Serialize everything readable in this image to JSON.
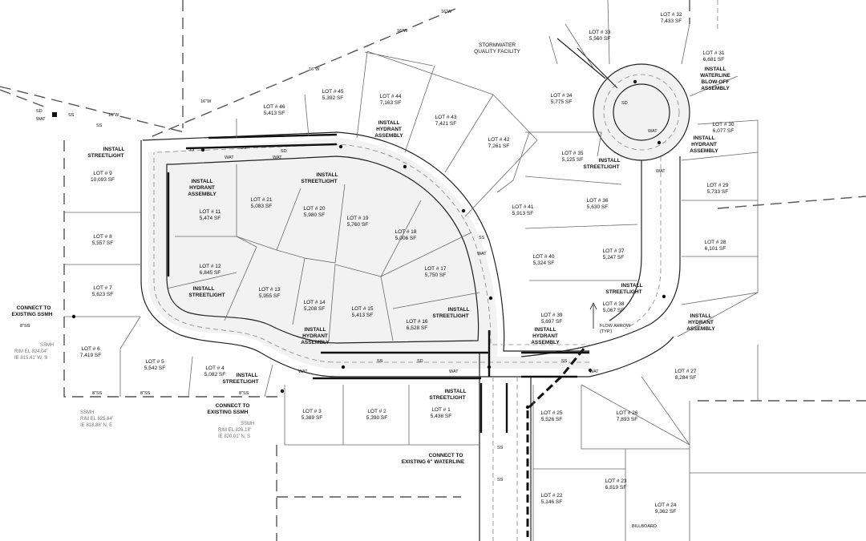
{
  "lots": [
    {
      "id": "lot-32",
      "name": "LOT # 32",
      "area": "7,433 SF"
    },
    {
      "id": "lot-33",
      "name": "LOT # 33",
      "area": "5,560 SF"
    },
    {
      "id": "lot-31",
      "name": "LOT # 31",
      "area": "6,681 SF"
    },
    {
      "id": "lot-34",
      "name": "LOT # 34",
      "area": "5,775 SF"
    },
    {
      "id": "lot-30",
      "name": "LOT # 30",
      "area": "6,077 SF"
    },
    {
      "id": "lot-35",
      "name": "LOT # 35",
      "area": "5,125 SF"
    },
    {
      "id": "lot-29",
      "name": "LOT # 29",
      "area": "5,733 SF"
    },
    {
      "id": "lot-36",
      "name": "LOT # 36",
      "area": "5,630 SF"
    },
    {
      "id": "lot-28",
      "name": "LOT # 28",
      "area": "6,101 SF"
    },
    {
      "id": "lot-37",
      "name": "LOT # 37",
      "area": "5,247 SF"
    },
    {
      "id": "lot-38",
      "name": "LOT # 38",
      "area": "5,067 SF"
    },
    {
      "id": "lot-27",
      "name": "LOT # 27",
      "area": "8,284 SF"
    },
    {
      "id": "lot-26",
      "name": "LOT # 26",
      "area": "7,893 SF"
    },
    {
      "id": "lot-25",
      "name": "LOT # 25",
      "area": "5,526 SF"
    },
    {
      "id": "lot-24",
      "name": "LOT # 24",
      "area": "9,362 SF"
    },
    {
      "id": "lot-23",
      "name": "LOT # 23",
      "area": "6,819 SF"
    },
    {
      "id": "lot-22",
      "name": "LOT # 22",
      "area": "5,146 SF"
    },
    {
      "id": "lot-45",
      "name": "LOT # 45",
      "area": "5,392 SF"
    },
    {
      "id": "lot-46",
      "name": "LOT # 46",
      "area": "5,413 SF"
    },
    {
      "id": "lot-44",
      "name": "LOT # 44",
      "area": "7,163 SF"
    },
    {
      "id": "lot-43",
      "name": "LOT # 43",
      "area": "7,421 SF"
    },
    {
      "id": "lot-42",
      "name": "LOT # 42",
      "area": "7,261 SF"
    },
    {
      "id": "lot-41",
      "name": "LOT # 41",
      "area": "5,913 SF"
    },
    {
      "id": "lot-40",
      "name": "LOT # 40",
      "area": "5,324 SF"
    },
    {
      "id": "lot-39",
      "name": "LOT # 39",
      "area": "5,697 SF"
    },
    {
      "id": "lot-9",
      "name": "LOT # 9",
      "area": "10,093 SF"
    },
    {
      "id": "lot-8",
      "name": "LOT # 8",
      "area": "5,557 SF"
    },
    {
      "id": "lot-7",
      "name": "LOT # 7",
      "area": "5,623 SF"
    },
    {
      "id": "lot-6",
      "name": "LOT # 6",
      "area": "7,419 SF"
    },
    {
      "id": "lot-5",
      "name": "LOT # 5",
      "area": "5,542 SF"
    },
    {
      "id": "lot-4",
      "name": "LOT # 4",
      "area": "5,082 SF"
    },
    {
      "id": "lot-3",
      "name": "LOT # 3",
      "area": "5,389 SF"
    },
    {
      "id": "lot-2",
      "name": "LOT # 2",
      "area": "5,390 SF"
    },
    {
      "id": "lot-1",
      "name": "LOT # 1",
      "area": "5,438 SF"
    },
    {
      "id": "lot-11",
      "name": "LOT # 11",
      "area": "5,474 SF"
    },
    {
      "id": "lot-12",
      "name": "LOT # 12",
      "area": "6,845 SF"
    },
    {
      "id": "lot-13",
      "name": "LOT # 13",
      "area": "5,955 SF"
    },
    {
      "id": "lot-14",
      "name": "LOT # 14",
      "area": "5,208 SF"
    },
    {
      "id": "lot-15",
      "name": "LOT # 15",
      "area": "5,413 SF"
    },
    {
      "id": "lot-16",
      "name": "LOT # 16",
      "area": "6,528 SF"
    },
    {
      "id": "lot-17",
      "name": "LOT # 17",
      "area": "5,750 SF"
    },
    {
      "id": "lot-18",
      "name": "LOT # 18",
      "area": "5,006 SF"
    },
    {
      "id": "lot-19",
      "name": "LOT # 19",
      "area": "5,760 SF"
    },
    {
      "id": "lot-20",
      "name": "LOT # 20",
      "area": "5,980 SF"
    },
    {
      "id": "lot-21",
      "name": "LOT # 21",
      "area": "5,083 SF"
    }
  ],
  "notes": {
    "stormwater": [
      "STORMWATER",
      "QUALITY FACILITY"
    ],
    "waterline_blowoff": [
      "INSTALL",
      "WATERLINE",
      "BLOW-OFF",
      "ASSEMBLY"
    ],
    "hydrant_ne": [
      "INSTALL",
      "HYDRANT",
      "ASSEMBLY"
    ],
    "hydrant_e": [
      "INSTALL",
      "HYDRANT",
      "ASSEMBLY"
    ],
    "hydrant_top": [
      "INSTALL",
      "HYDRANT",
      "ASSEMBLY"
    ],
    "hydrant_left": [
      "INSTALL",
      "HYDRANT",
      "ASSEMBLY"
    ],
    "hydrant_mid": [
      "INSTALL",
      "HYDRANT",
      "ASSEMBLY"
    ],
    "hydrant_right": [
      "INSTALL",
      "HYDRANT",
      "ASSEMBLY"
    ],
    "streetlight": "INSTALL STREETLIGHT",
    "streetlight_2line": [
      "INSTALL",
      "STREETLIGHT"
    ],
    "flow_arrow": [
      "FLOW ARROW",
      "(TYP.)"
    ],
    "connect_ssmh": [
      "CONNECT TO",
      "EXISTING SSMH"
    ],
    "connect_waterline": [
      "CONNECT TO",
      "EXISTING 6\" WATERLINE"
    ],
    "billboard": "BILLBOARD"
  },
  "utility_labels": {
    "ss": "SS",
    "sd": "SD",
    "wat": "WAT",
    "w16": "16\"W",
    "ss8": "8\"SS"
  },
  "manholes": {
    "left": {
      "title": "SSMH",
      "rim": "RIM EL 824.04'",
      "ie": "IE 815.41' W, S"
    },
    "bottom": {
      "title": "SSMH",
      "rim": "RIM EL 825.84'",
      "ie": "IE 818.88' N, E"
    },
    "mid": {
      "title": "SSMH",
      "rim": "RIM EL 826.18'",
      "ie": "IE 820.01' N, S"
    }
  }
}
